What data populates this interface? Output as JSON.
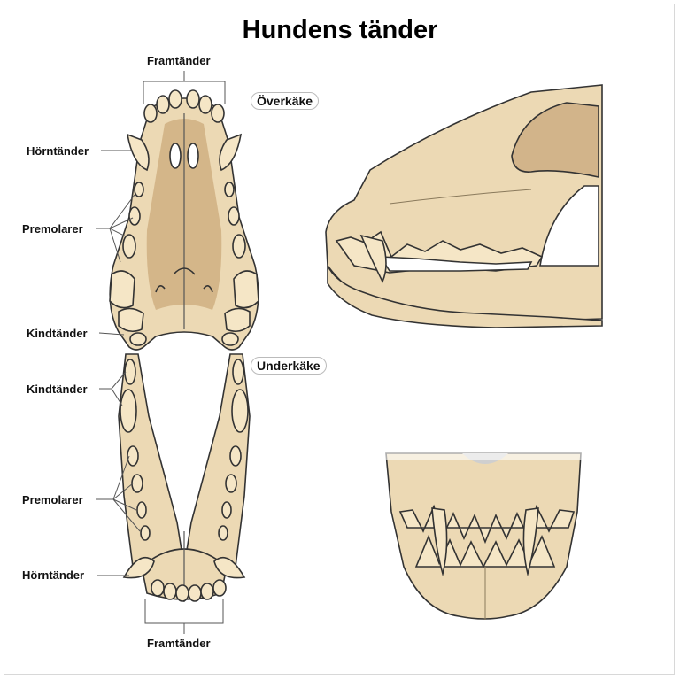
{
  "title": "Hundens tänder",
  "upper_jaw": {
    "label": "Överkäke",
    "incisors": "Framtänder",
    "canines": "Hörntänder",
    "premolars": "Premolarer",
    "molars": "Kindtänder"
  },
  "lower_jaw": {
    "label": "Underkäke",
    "molars": "Kindtänder",
    "premolars": "Premolarer",
    "canines": "Hörntänder",
    "incisors": "Framtänder"
  },
  "colors": {
    "bone": "#ecd9b4",
    "bone_shade": "#d2b48a",
    "tooth": "#f5e6c6",
    "outline": "#333333"
  }
}
